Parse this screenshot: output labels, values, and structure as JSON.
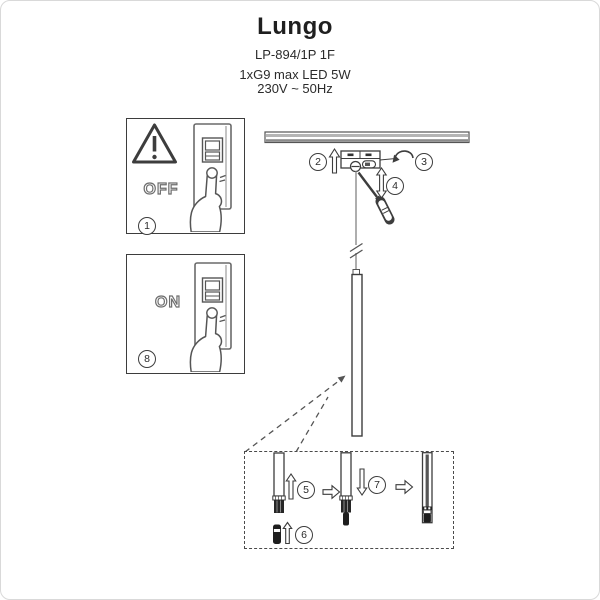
{
  "header": {
    "title": "Lungo",
    "model": "LP-894/1P 1F",
    "spec_power": "1xG9  max LED 5W",
    "spec_voltage": "230V ~ 50Hz"
  },
  "switch_panels": {
    "off_label": "OFF",
    "on_label": "ON"
  },
  "step_numbers": [
    "1",
    "2",
    "3",
    "4",
    "5",
    "6",
    "7",
    "8"
  ],
  "icons": {
    "warning_icon": "⚠",
    "up_arrow_icon": "⇧",
    "down_arrow_icon": "⇩",
    "right_arrow_icon": "⇨",
    "up_down_arrow_icon": "⇳",
    "rotate_arrow_icon": "↶"
  },
  "colors": {
    "line": "#3d3d3d",
    "cable_gray": "#999999",
    "track_gray": "#8a8a8a",
    "dark_fill": "#222222",
    "background": "#ffffff"
  }
}
